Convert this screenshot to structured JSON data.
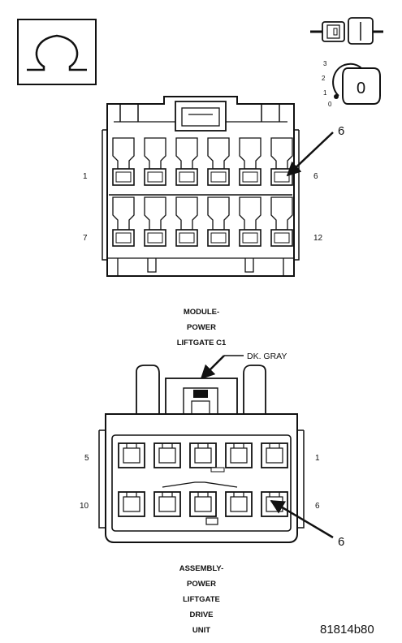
{
  "connector_c1": {
    "caption_lines": [
      "MODULE-",
      "POWER",
      "LIFTGATE C1"
    ],
    "pin_labels": {
      "top_left": "1",
      "top_right": "6",
      "bottom_left": "7",
      "bottom_right": "12"
    },
    "callout": "6"
  },
  "connector_drive": {
    "wire_color": "DK. GRAY",
    "caption_lines": [
      "ASSEMBLY-",
      "POWER",
      "LIFTGATE",
      "DRIVE",
      "UNIT"
    ],
    "pin_labels": {
      "top_left": "5",
      "top_right": "1",
      "bottom_left": "10",
      "bottom_right": "6"
    },
    "callout": "6"
  },
  "ignition_icon": {
    "positions": [
      "3",
      "2",
      "1",
      "0"
    ],
    "key_label": "0"
  },
  "figure_id": "81814b80",
  "icons": [
    "ohm-meter-icon",
    "connector-plug-icon",
    "ignition-key-icon"
  ]
}
